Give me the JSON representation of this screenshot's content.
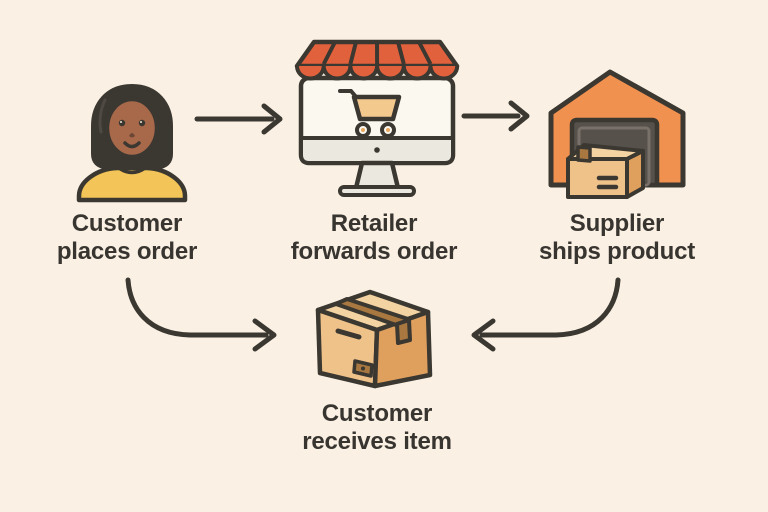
{
  "diagram": {
    "type": "flow-diagram",
    "topic": "Order fulfillment / dropshipping flow",
    "nodes": [
      {
        "id": "customer-places-order",
        "icon": "customer-person-icon",
        "label_line1": "Customer",
        "label_line2": "places order"
      },
      {
        "id": "retailer-forwards-order",
        "icon": "online-store-monitor-icon",
        "label_line1": "Retailer",
        "label_line2": "forwards order"
      },
      {
        "id": "supplier-ships-product",
        "icon": "warehouse-icon",
        "label_line1": "Supplier",
        "label_line2": "ships product"
      },
      {
        "id": "customer-receives-item",
        "icon": "package-box-icon",
        "label_line1": "Customer",
        "label_line2": "receives item"
      }
    ],
    "edges": [
      {
        "from": "customer-places-order",
        "to": "retailer-forwards-order",
        "style": "straight",
        "direction": "right"
      },
      {
        "from": "retailer-forwards-order",
        "to": "supplier-ships-product",
        "style": "straight",
        "direction": "right"
      },
      {
        "from": "customer-places-order",
        "to": "customer-receives-item",
        "style": "curved",
        "direction": "down-right"
      },
      {
        "from": "supplier-ships-product",
        "to": "customer-receives-item",
        "style": "curved",
        "direction": "down-left"
      }
    ]
  },
  "colors": {
    "background": "#FAF1E4",
    "outline": "#3B3731",
    "text": "#38342F",
    "awning-red": "#E2613D",
    "screen-white": "#FBF8EF",
    "monitor-gray": "#EBE8DF",
    "cart-orange": "#F4C98E",
    "wheel-dot": "#E8A860",
    "warehouse-orange": "#F0914F",
    "door-gray": "#57514B",
    "door-frame": "#787069",
    "skin-brown": "#A8694B",
    "hair-dark": "#3B3731",
    "hair-shine": "#57524B",
    "shirt-yellow": "#F3C457",
    "nose-brown": "#6D4733",
    "box-front": "#EFC28A",
    "box-side": "#DFA05E",
    "box-top": "#F4D3A3",
    "tape-brown": "#A87840"
  }
}
